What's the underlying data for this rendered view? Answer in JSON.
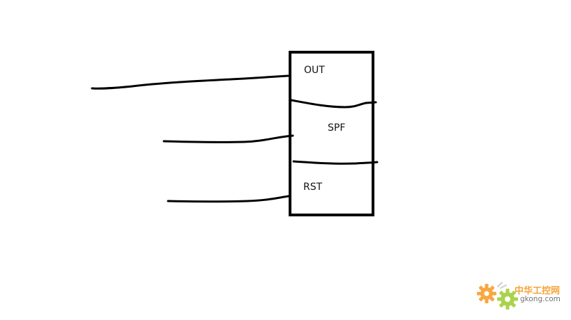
{
  "diagram": {
    "block": {
      "sections": [
        {
          "id": "out",
          "label": "OUT"
        },
        {
          "id": "spf",
          "label": "SPF"
        },
        {
          "id": "rst",
          "label": "RST"
        }
      ]
    }
  },
  "watermark": {
    "site_name": "中华工控网",
    "domain": "gkong.com",
    "gear_colors": [
      "#f59a23",
      "#9ccc2e"
    ]
  }
}
